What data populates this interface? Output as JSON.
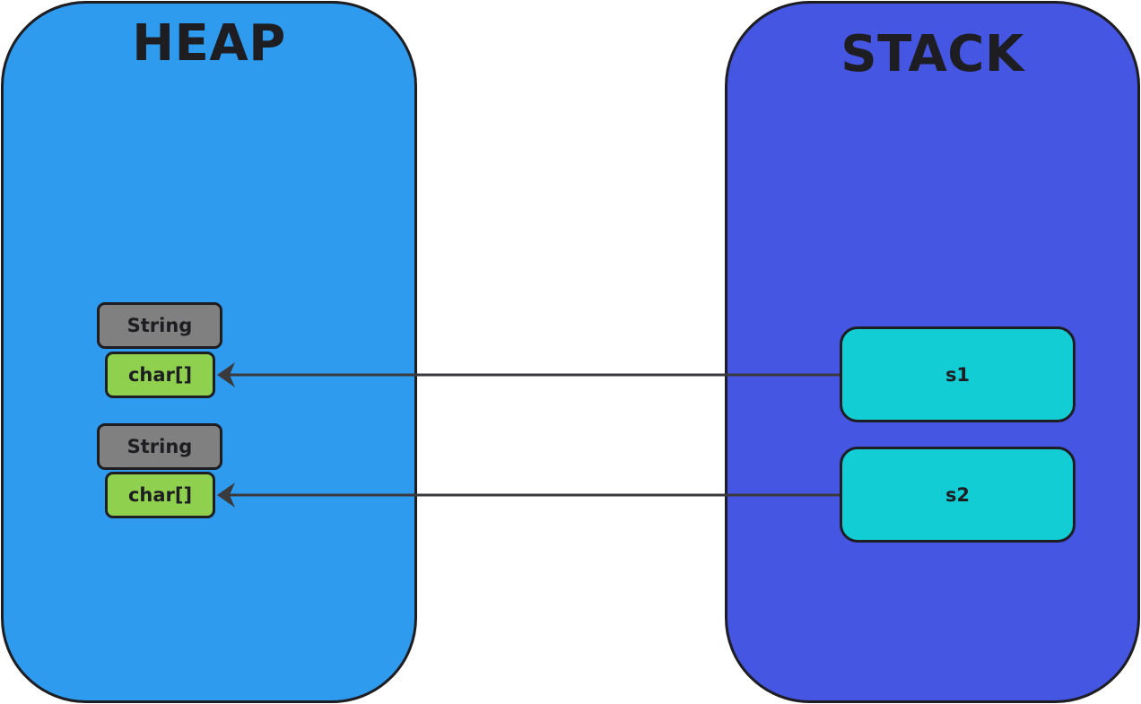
{
  "heap": {
    "title": "HEAP",
    "color": "#2e9bef",
    "objects": [
      {
        "type_label": "String",
        "array_label": "char[]"
      },
      {
        "type_label": "String",
        "array_label": "char[]"
      }
    ]
  },
  "stack": {
    "title": "STACK",
    "color": "#4456e2",
    "variables": [
      {
        "name": "s1"
      },
      {
        "name": "s2"
      }
    ]
  },
  "colors": {
    "string_box": "#808080",
    "char_box": "#8fd14f",
    "variable_box": "#12cdd4",
    "outline": "#1d1d22",
    "arrow": "#3a3a3e"
  }
}
